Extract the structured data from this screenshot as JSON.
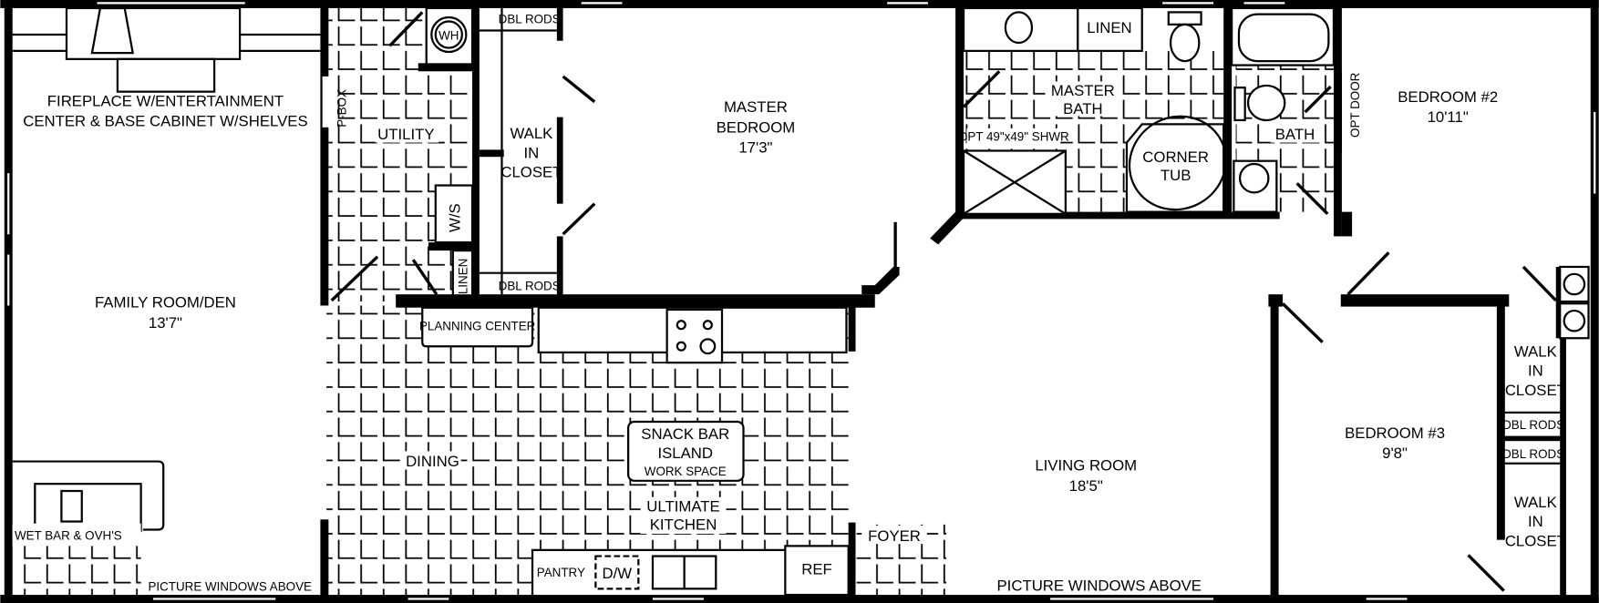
{
  "plan": {
    "rooms": {
      "family_room": {
        "name": "FAMILY ROOM/DEN",
        "size": "13'7\""
      },
      "master_bedroom": {
        "name_line1": "MASTER",
        "name_line2": "BEDROOM",
        "size": "17'3\""
      },
      "living_room": {
        "name": "LIVING ROOM",
        "size": "18'5\""
      },
      "bedroom2": {
        "name": "BEDROOM #2",
        "size": "10'11\""
      },
      "bedroom3": {
        "name": "BEDROOM #3",
        "size": "9'8\""
      },
      "utility": "UTILITY",
      "master_bath_line1": "MASTER",
      "master_bath_line2": "BATH",
      "bath": "BATH",
      "dining": "DINING",
      "kitchen_line1": "ULTIMATE",
      "kitchen_line2": "KITCHEN",
      "foyer": "FOYER"
    },
    "labels": {
      "fireplace_line1": "FIREPLACE W/ENTERTAINMENT",
      "fireplace_line2": "CENTER & BASE CABINET W/SHELVES",
      "wet_bar": "WET BAR & OVH'S",
      "picture_windows_left": "PICTURE WINDOWS ABOVE",
      "picture_windows_right": "PICTURE WINDOWS ABOVE",
      "p_box": "P-BOX",
      "wh": "WH",
      "ws": "W/S",
      "linen_utility": "LINEN",
      "linen_bath": "LINEN",
      "dbl_rods_top": "DBL RODS",
      "dbl_rods_bottom": "DBL RODS",
      "walk_in_closet_master": [
        "WALK",
        "IN",
        "CLOSET"
      ],
      "walk_in_closet_b3_top": [
        "WALK",
        "IN",
        "CLOSET"
      ],
      "walk_in_closet_b3_bottom": [
        "WALK",
        "IN",
        "CLOSET"
      ],
      "dbl_rods_b3_1": "DBL RODS",
      "dbl_rods_b3_2": "DBL RODS",
      "opt_shower": "OPT 49\"x49\" SHWR",
      "corner_tub_line1": "CORNER",
      "corner_tub_line2": "TUB",
      "opt_door": "OPT DOOR",
      "planning_center": "PLANNING CENTER",
      "snack_bar_line1": "SNACK BAR",
      "snack_bar_line2": "ISLAND",
      "snack_bar_line3": "WORK SPACE",
      "pantry": "PANTRY",
      "dw": "D/W",
      "ref": "REF"
    },
    "colors": {
      "line": "#000000",
      "background": "#ffffff"
    }
  }
}
